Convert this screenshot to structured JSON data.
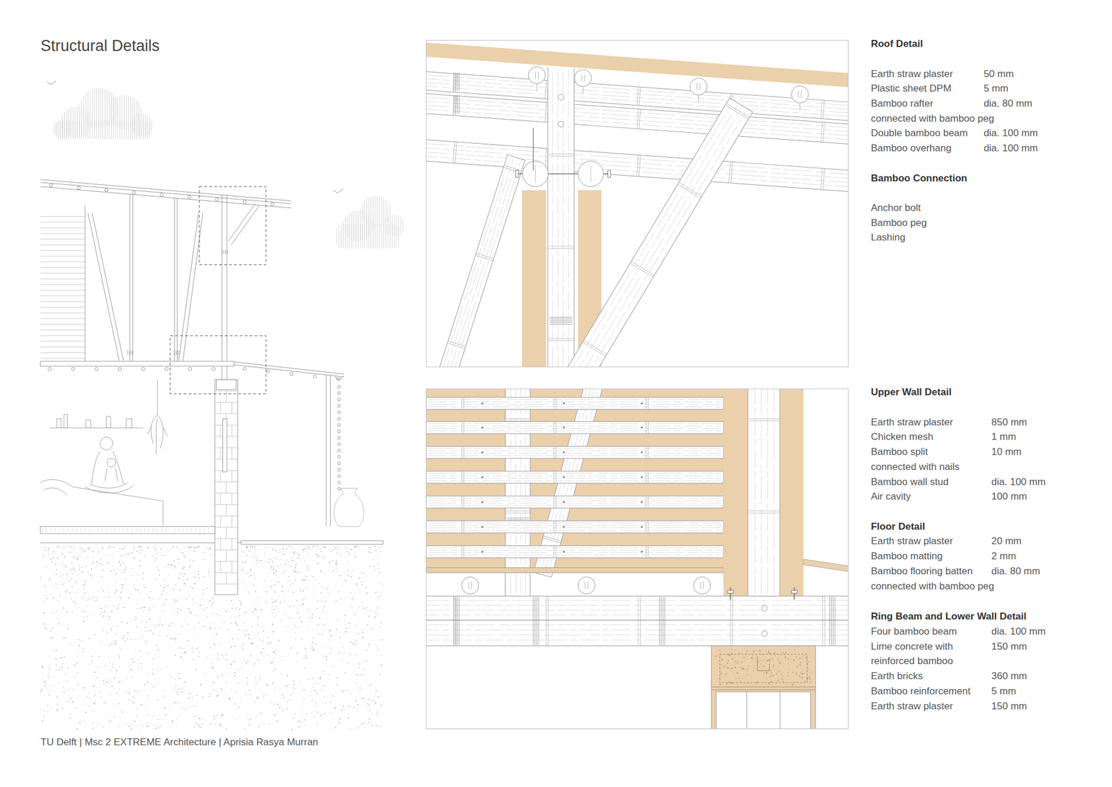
{
  "diagram": {
    "title": "Structural Details",
    "caption": "TU Delft | Msc 2 EXTREME Architecture | Aprisia Rasya Murran",
    "labels": [
      "Roof Detail",
      "Earth straw plaster",
      "50 mm",
      "Plastic sheet DPM",
      "5 mm",
      "Bamboo rafter",
      "dia. 80 mm",
      "connected with bamboo peg",
      "Double bamboo beam",
      "dia. 100 mm",
      "Bamboo overhang",
      "dia. 100 mm",
      "Bamboo Connection",
      "Anchor bolt",
      "Bamboo peg",
      "Lashing",
      "Upper Wall Detail",
      "Earth straw plaster",
      "850 mm",
      "Chicken mesh",
      "1 mm",
      "Bamboo split",
      "10 mm",
      "connected with nails",
      "Bamboo wall stud",
      "dia. 100 mm",
      "Air cavity",
      "100 mm",
      "Floor Detail",
      "Earth straw plaster",
      "20 mm",
      "Bamboo matting",
      "2 mm",
      "Bamboo flooring batten",
      "dia. 80 mm",
      "connected with bamboo peg",
      "Ring Beam and Lower Wall Detail",
      "Four bamboo beam",
      "dia. 100 mm",
      "Lime concrete with reinforced bamboo",
      "150 mm",
      "Earth bricks",
      "360 mm",
      "Bamboo reinforcement",
      "5 mm",
      "Earth straw plaster",
      "150 mm"
    ]
  }
}
